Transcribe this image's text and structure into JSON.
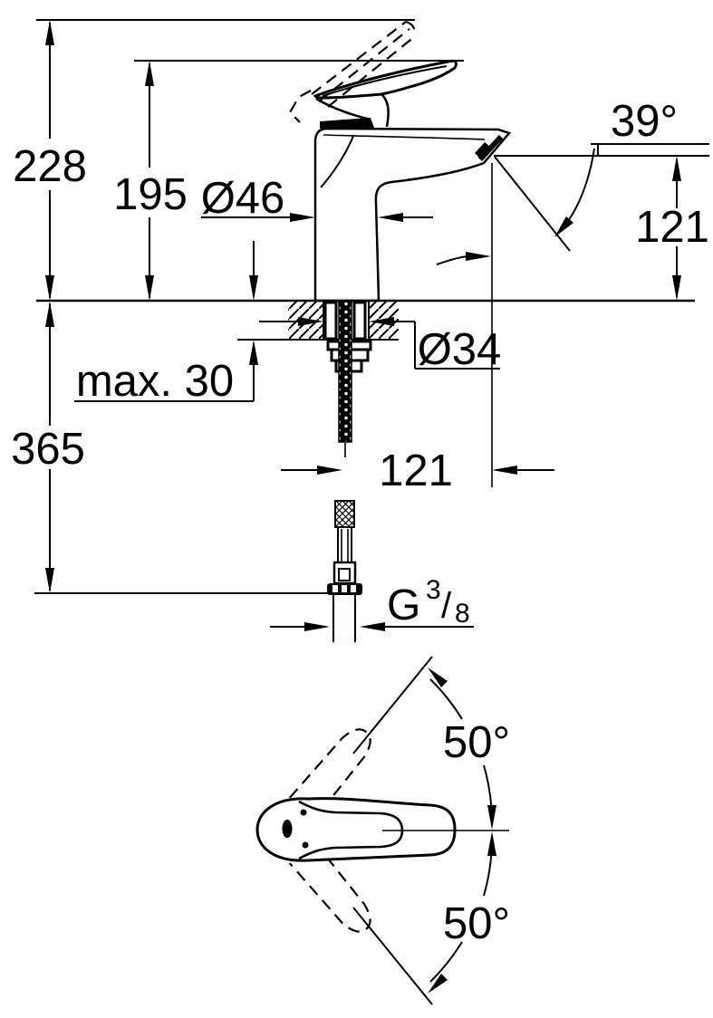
{
  "side_view": {
    "overall_height": "228",
    "handle_height": "195",
    "body_diameter": "Ø46",
    "jet_angle": "39°",
    "spout_height": "121",
    "max_deck_thickness": "max. 30",
    "hole_diameter": "Ø34",
    "hose_length": "365",
    "spout_reach": "121",
    "thread": {
      "prefix": "G",
      "numerator": "3",
      "slash": "/",
      "denominator": "8"
    }
  },
  "top_view": {
    "swivel_upper": "50°",
    "swivel_lower": "50°"
  },
  "colors": {
    "line": "#000000",
    "background": "#ffffff"
  }
}
